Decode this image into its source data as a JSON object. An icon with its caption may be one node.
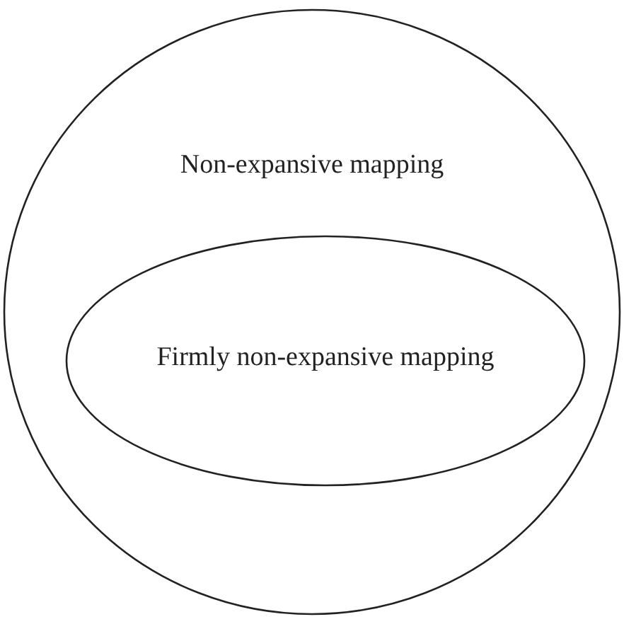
{
  "diagram": {
    "nodes": [
      {
        "text": [
          "Non-expansive mapping"
        ]
      },
      {
        "text": [
          "Firmly non-expansive mapping"
        ],
        "in": 0
      }
    ]
  }
}
